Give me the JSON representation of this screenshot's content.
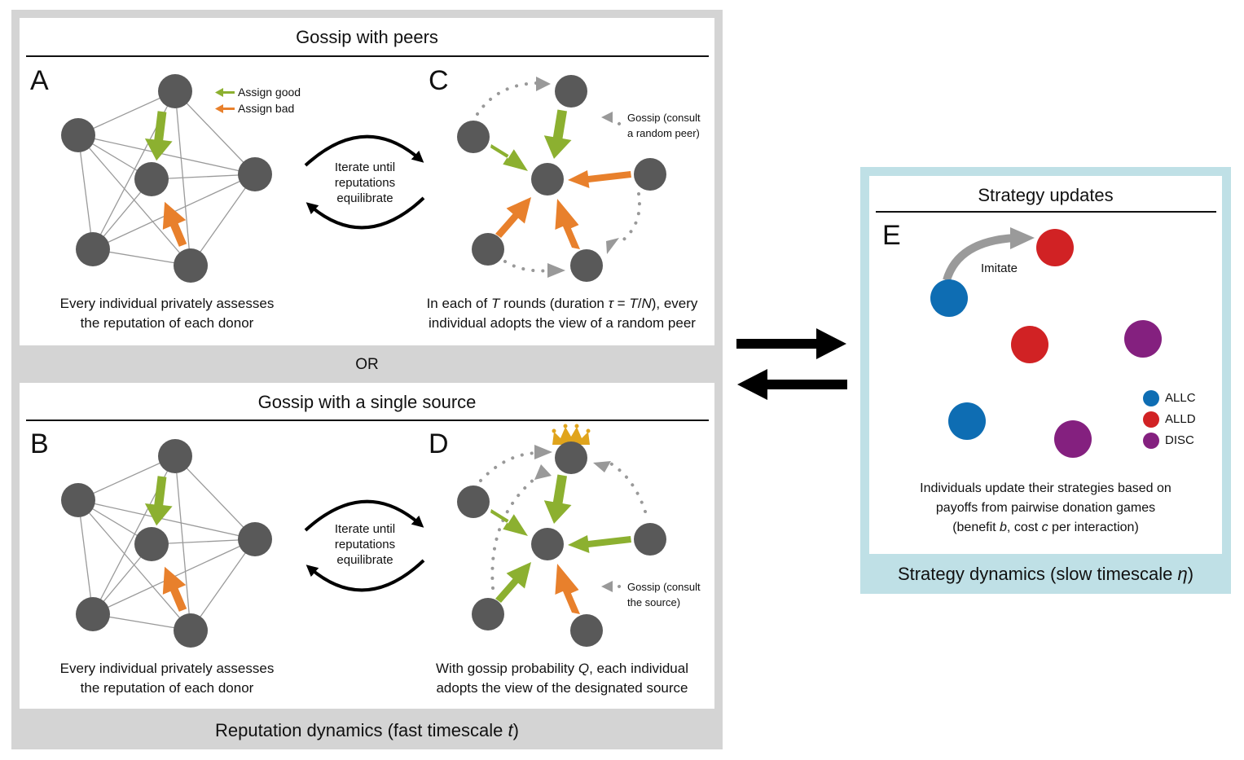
{
  "reputation_panel": {
    "footer": "Reputation dynamics (fast timescale ",
    "footer_var": "t",
    "footer_end": ")",
    "or_label": "OR"
  },
  "peers_box": {
    "title": "Gossip with peers",
    "panel_a": "A",
    "panel_c": "C",
    "legend_good": "Assign good",
    "legend_bad": "Assign bad",
    "iterate_label": "Iterate until\nreputations\nequilibrate",
    "gossip_note": "Gossip (consult\na random peer)",
    "caption_a_line1": "Every individual privately assesses",
    "caption_a_line2": "the reputation of each donor",
    "caption_c_line1_pre": "In each of ",
    "caption_c_T": "T",
    "caption_c_line1_mid": " rounds (duration ",
    "caption_c_tau": "τ",
    "caption_c_eq": " = ",
    "caption_c_T2": "T",
    "caption_c_slash": "/",
    "caption_c_N": "N",
    "caption_c_line1_end": "), every",
    "caption_c_line2": "individual adopts the view of a random peer"
  },
  "source_box": {
    "title": "Gossip with a single source",
    "panel_b": "B",
    "panel_d": "D",
    "iterate_label": "Iterate until\nreputations\nequilibrate",
    "gossip_note": "Gossip (consult\nthe source)",
    "caption_b_line1": "Every individual privately assesses",
    "caption_b_line2": "the reputation of each donor",
    "caption_d_line1_pre": "With gossip probability ",
    "caption_d_Q": "Q",
    "caption_d_line1_end": ", each individual",
    "caption_d_line2": "adopts the view of the designated source"
  },
  "strategy_panel": {
    "title": "Strategy updates",
    "panel_e": "E",
    "imitate_label": "Imitate",
    "legend": [
      {
        "label": "ALLC",
        "color": "#0e6db3"
      },
      {
        "label": "ALLD",
        "color": "#d12224"
      },
      {
        "label": "DISC",
        "color": "#84207f"
      }
    ],
    "caption_line1": "Individuals update their strategies based on",
    "caption_line2": "payoffs from pairwise donation games",
    "caption_line3_pre": "(benefit ",
    "caption_b": "b",
    "caption_line3_mid": ", cost ",
    "caption_c": "c",
    "caption_line3_end": " per interaction)",
    "footer": "Strategy dynamics (slow timescale ",
    "footer_var": "η",
    "footer_end": ")"
  },
  "colors": {
    "node": "#595959",
    "good": "#8cb030",
    "bad": "#e8802c",
    "gossip": "#999999",
    "frame_gray": "#d4d4d4",
    "frame_blue": "#bfe0e6"
  }
}
